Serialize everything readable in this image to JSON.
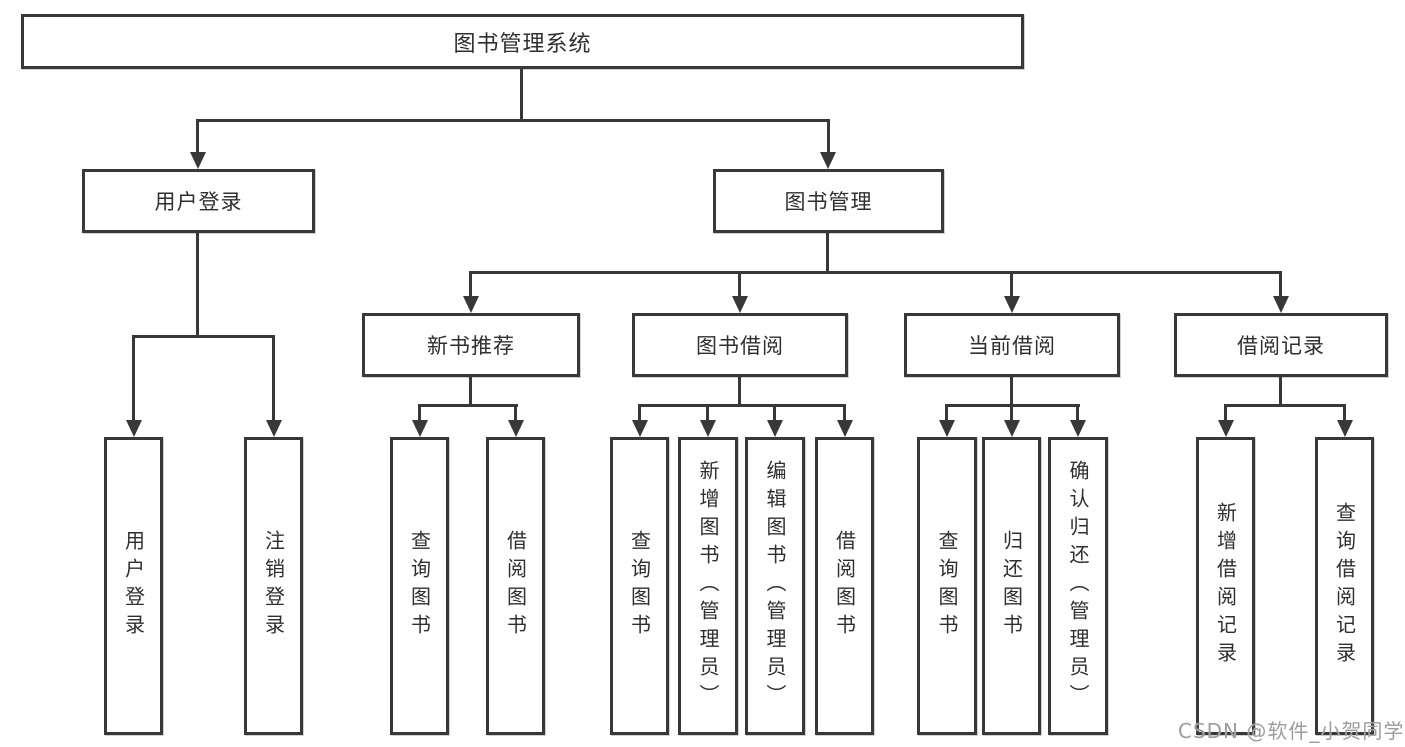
{
  "diagram": {
    "root": {
      "label": "图书管理系统"
    },
    "branches": [
      {
        "label": "用户登录",
        "children": [
          {
            "label": "用户登录"
          },
          {
            "label": "注销登录"
          }
        ]
      },
      {
        "label": "图书管理",
        "children": [
          {
            "label": "新书推荐",
            "children": [
              {
                "label": "查询图书"
              },
              {
                "label": "借阅图书"
              }
            ]
          },
          {
            "label": "图书借阅",
            "children": [
              {
                "label": "查询图书"
              },
              {
                "label": "新增图书（管理员）"
              },
              {
                "label": "编辑图书（管理员）"
              },
              {
                "label": "借阅图书"
              }
            ]
          },
          {
            "label": "当前借阅",
            "children": [
              {
                "label": "查询图书"
              },
              {
                "label": "归还图书"
              },
              {
                "label": "确认归还（管理员）"
              }
            ]
          },
          {
            "label": "借阅记录",
            "children": [
              {
                "label": "新增借阅记录"
              },
              {
                "label": "查询借阅记录"
              }
            ]
          }
        ]
      }
    ]
  },
  "watermark": {
    "text": "CSDN @软件_小贺同学"
  },
  "colors": {
    "line": "#383838",
    "text": "#2f2f2f",
    "watermark": "#9d9d9d",
    "background": "#ffffff"
  }
}
